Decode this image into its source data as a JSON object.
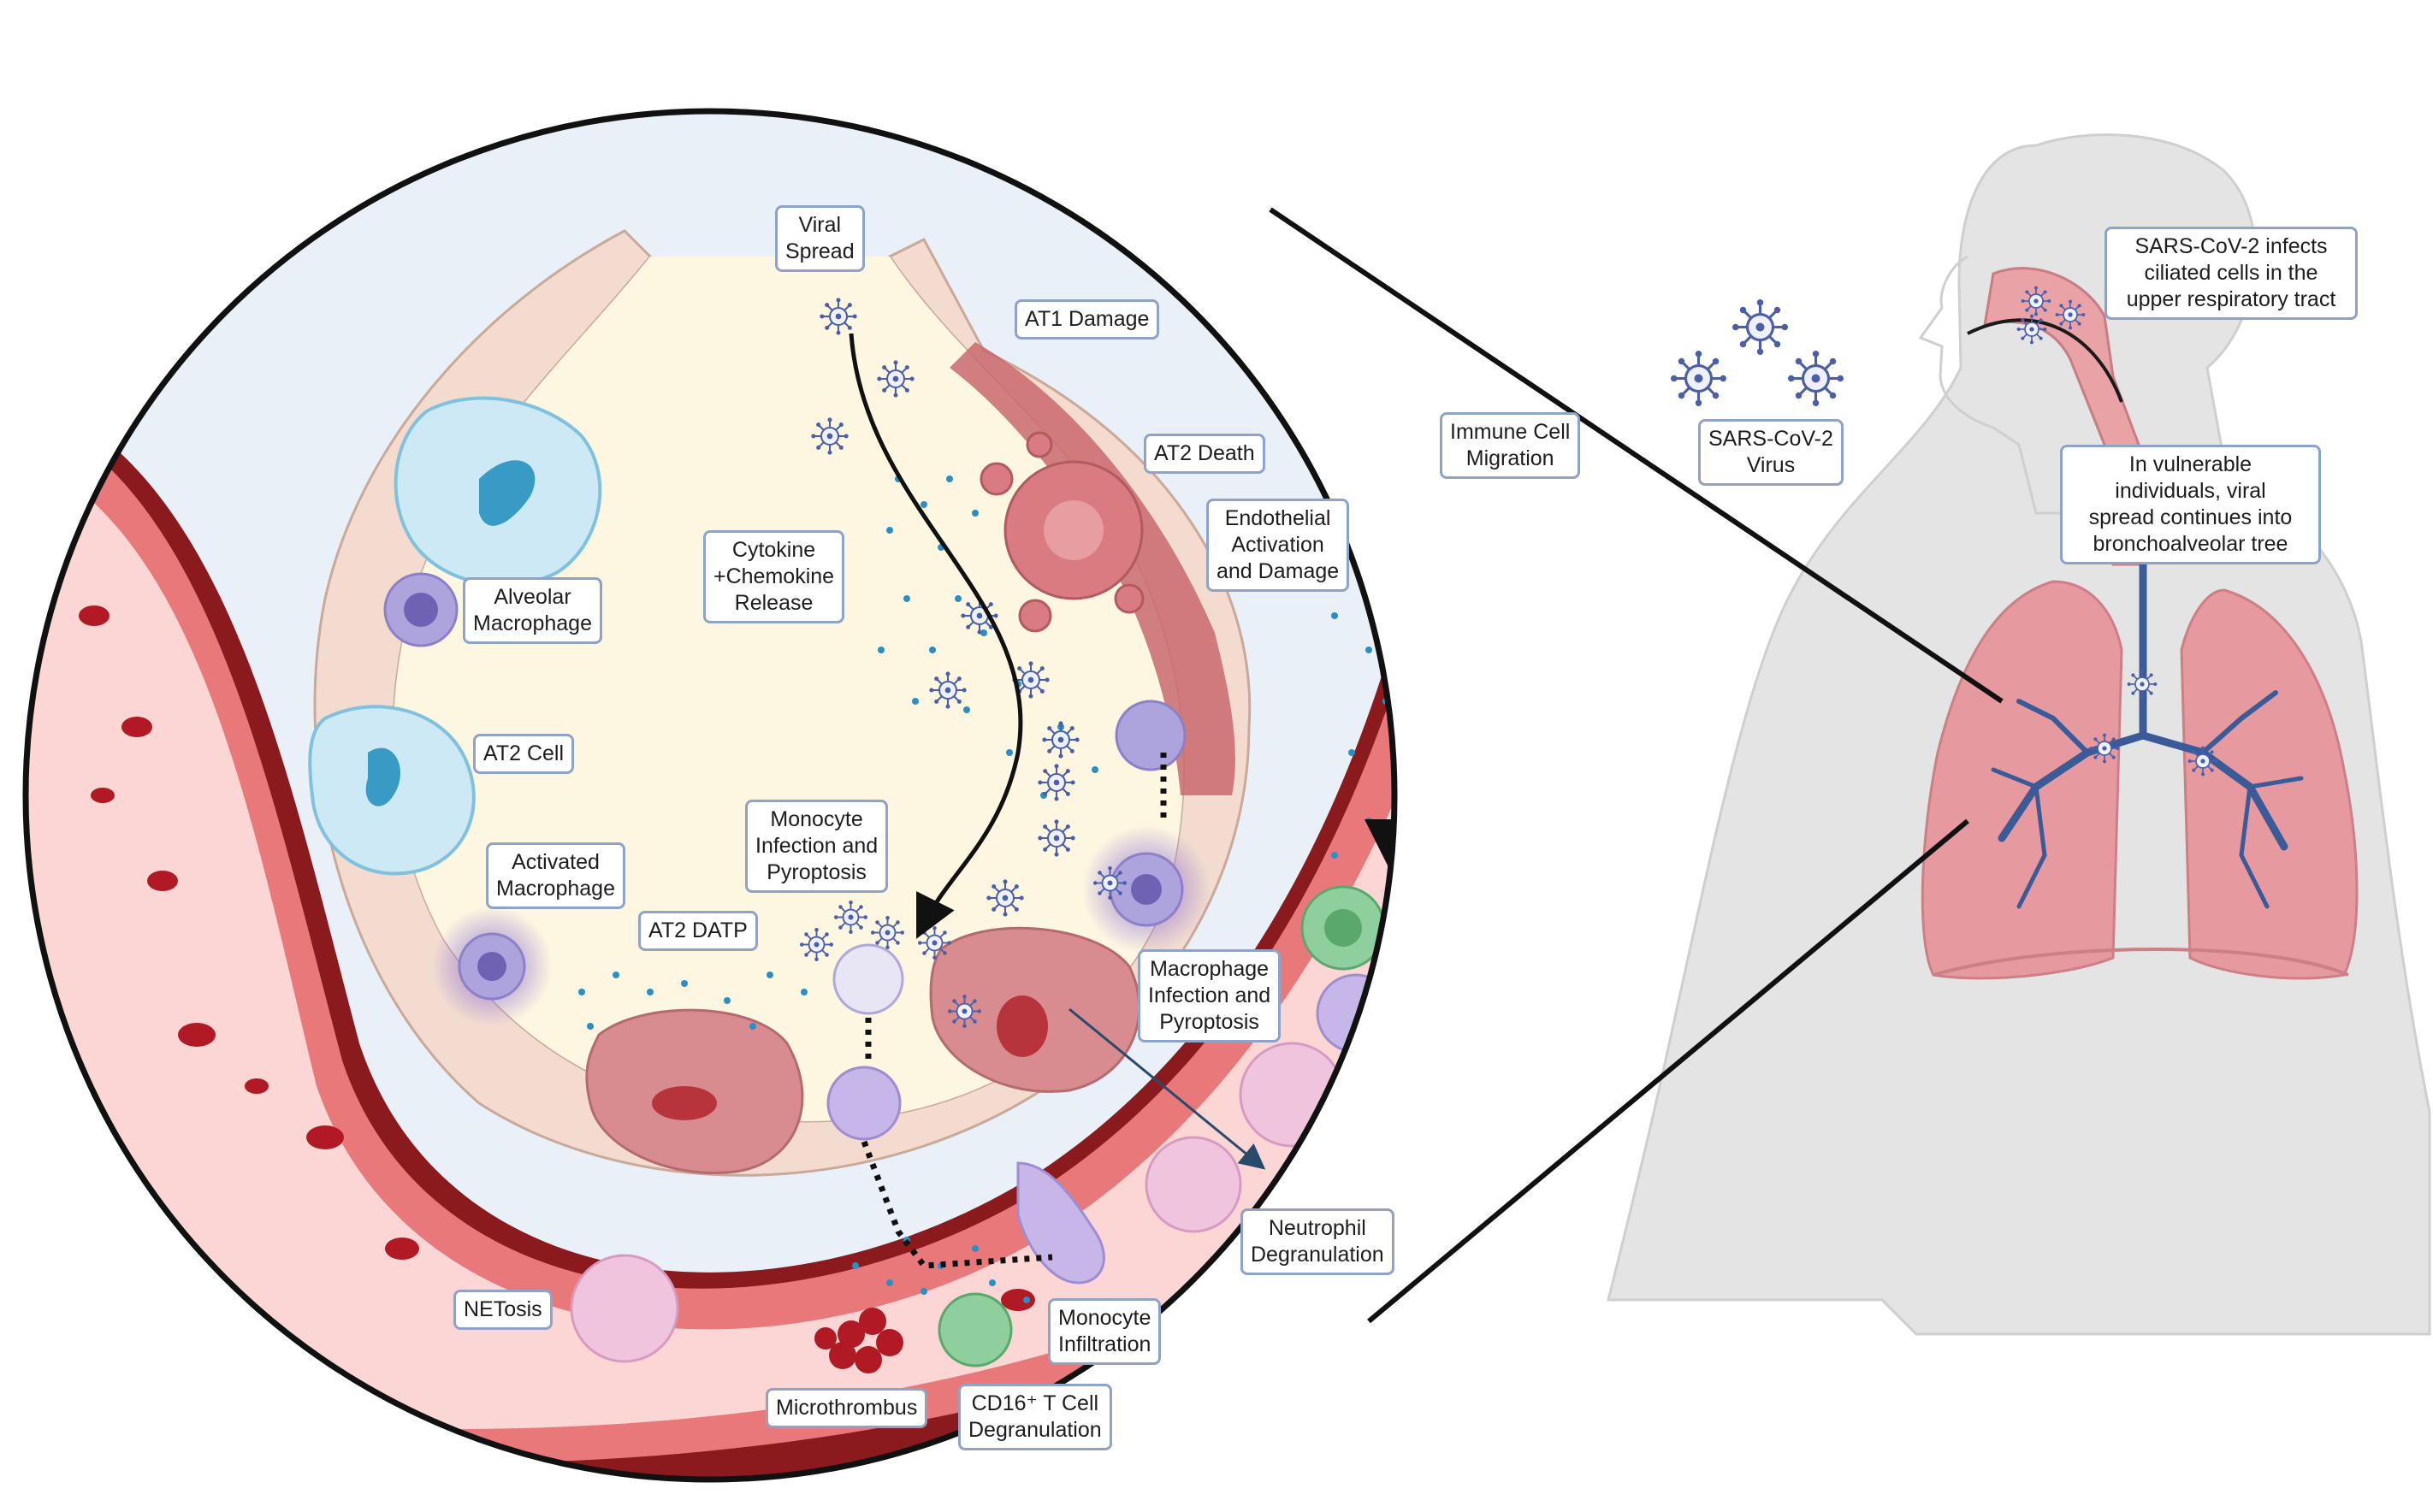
{
  "labels": {
    "viral_spread": [
      "Viral",
      "Spread"
    ],
    "at1_damage": [
      "AT1 Damage"
    ],
    "at2_death": [
      "AT2 Death"
    ],
    "cytokine_release": [
      "Cytokine",
      "+Chemokine",
      "Release"
    ],
    "alveolar_macrophage": [
      "Alveolar",
      "Macrophage"
    ],
    "at2_cell": [
      "AT2 Cell"
    ],
    "activated_macrophage": [
      "Activated",
      "Macrophage"
    ],
    "monocyte_infection": [
      "Monocyte",
      "Infection and",
      "Pyroptosis"
    ],
    "at2_datp": [
      "AT2 DATP"
    ],
    "endothelial_activation": [
      "Endothelial",
      "Activation",
      "and Damage"
    ],
    "immune_cell_migration": [
      "Immune Cell",
      "Migration"
    ],
    "macrophage_infection": [
      "Macrophage",
      "Infection and",
      "Pyroptosis"
    ],
    "neutrophil_degranulation": [
      "Neutrophil",
      "Degranulation"
    ],
    "monocyte_infiltration": [
      "Monocyte",
      "Infiltration"
    ],
    "netosis": [
      "NETosis"
    ],
    "microthrombus": [
      "Microthrombus"
    ],
    "cd16_t_cell": [
      "CD16⁺ T Cell",
      "Degranulation"
    ],
    "sars_cov2_virus": [
      "SARS-CoV-2",
      "Virus"
    ],
    "upper_tract_infection": [
      "SARS-CoV-2 infects",
      "ciliated cells in the",
      "upper respiratory tract"
    ],
    "vulnerable_spread": [
      "In vulnerable",
      "individuals, viral",
      "spread continues into",
      "bronchoalveolar tree"
    ]
  },
  "colors": {
    "vessel_dark": "#8b1a1e",
    "vessel_wall": "#e9787b",
    "vessel_lumen": "#fbd6d4",
    "alveolar_space": "#fdf6e0",
    "airspace_blue": "#e9f0f7",
    "virus": "#4b5fa8",
    "cytokine_dot": "#2a8fc4",
    "body_gray": "#e3e3e3",
    "lung_pink": "#e69a9f",
    "label_border": "#8ea3c7"
  }
}
